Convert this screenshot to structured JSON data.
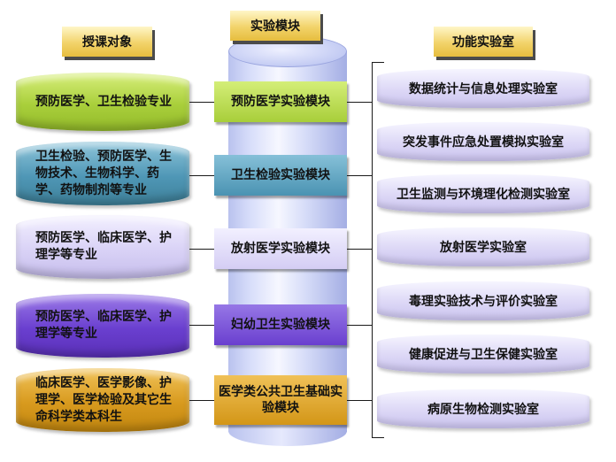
{
  "headers": {
    "left": "授课对象",
    "center": "实验模块",
    "right": "功能实验室"
  },
  "audiences": [
    "预防医学、卫生检验专业",
    "卫生检验、预防医学、生物技术、生物科学、药学、药物制剂等专业",
    "预防医学、临床医学、护理学等专业",
    "预防医学、临床医学、护理学等专业",
    "临床医学、医学影像、护理学、医学检验及其它生命科学类本科生"
  ],
  "modules": [
    "预防医学实验模块",
    "卫生检验实验模块",
    "放射医学实验模块",
    "妇幼卫生实验模块",
    "医学类公共卫生基础实验模块"
  ],
  "labs": [
    "数据统计与信息处理实验室",
    "突发事件应急处置模拟实验室",
    "卫生监测与环境理化检测实验室",
    "放射医学实验室",
    "毒理实验技术与评价实验室",
    "健康促进与卫生保健实验室",
    "病原生物检测实验室"
  ],
  "colors": {
    "green": "#a9cf3b",
    "teal": "#4f97b6",
    "lilac": "#d9d2f6",
    "purple": "#6a3fcf",
    "gold": "#d89a1e",
    "header": "#f2d36a",
    "cylinder": "#c3cbf3"
  }
}
